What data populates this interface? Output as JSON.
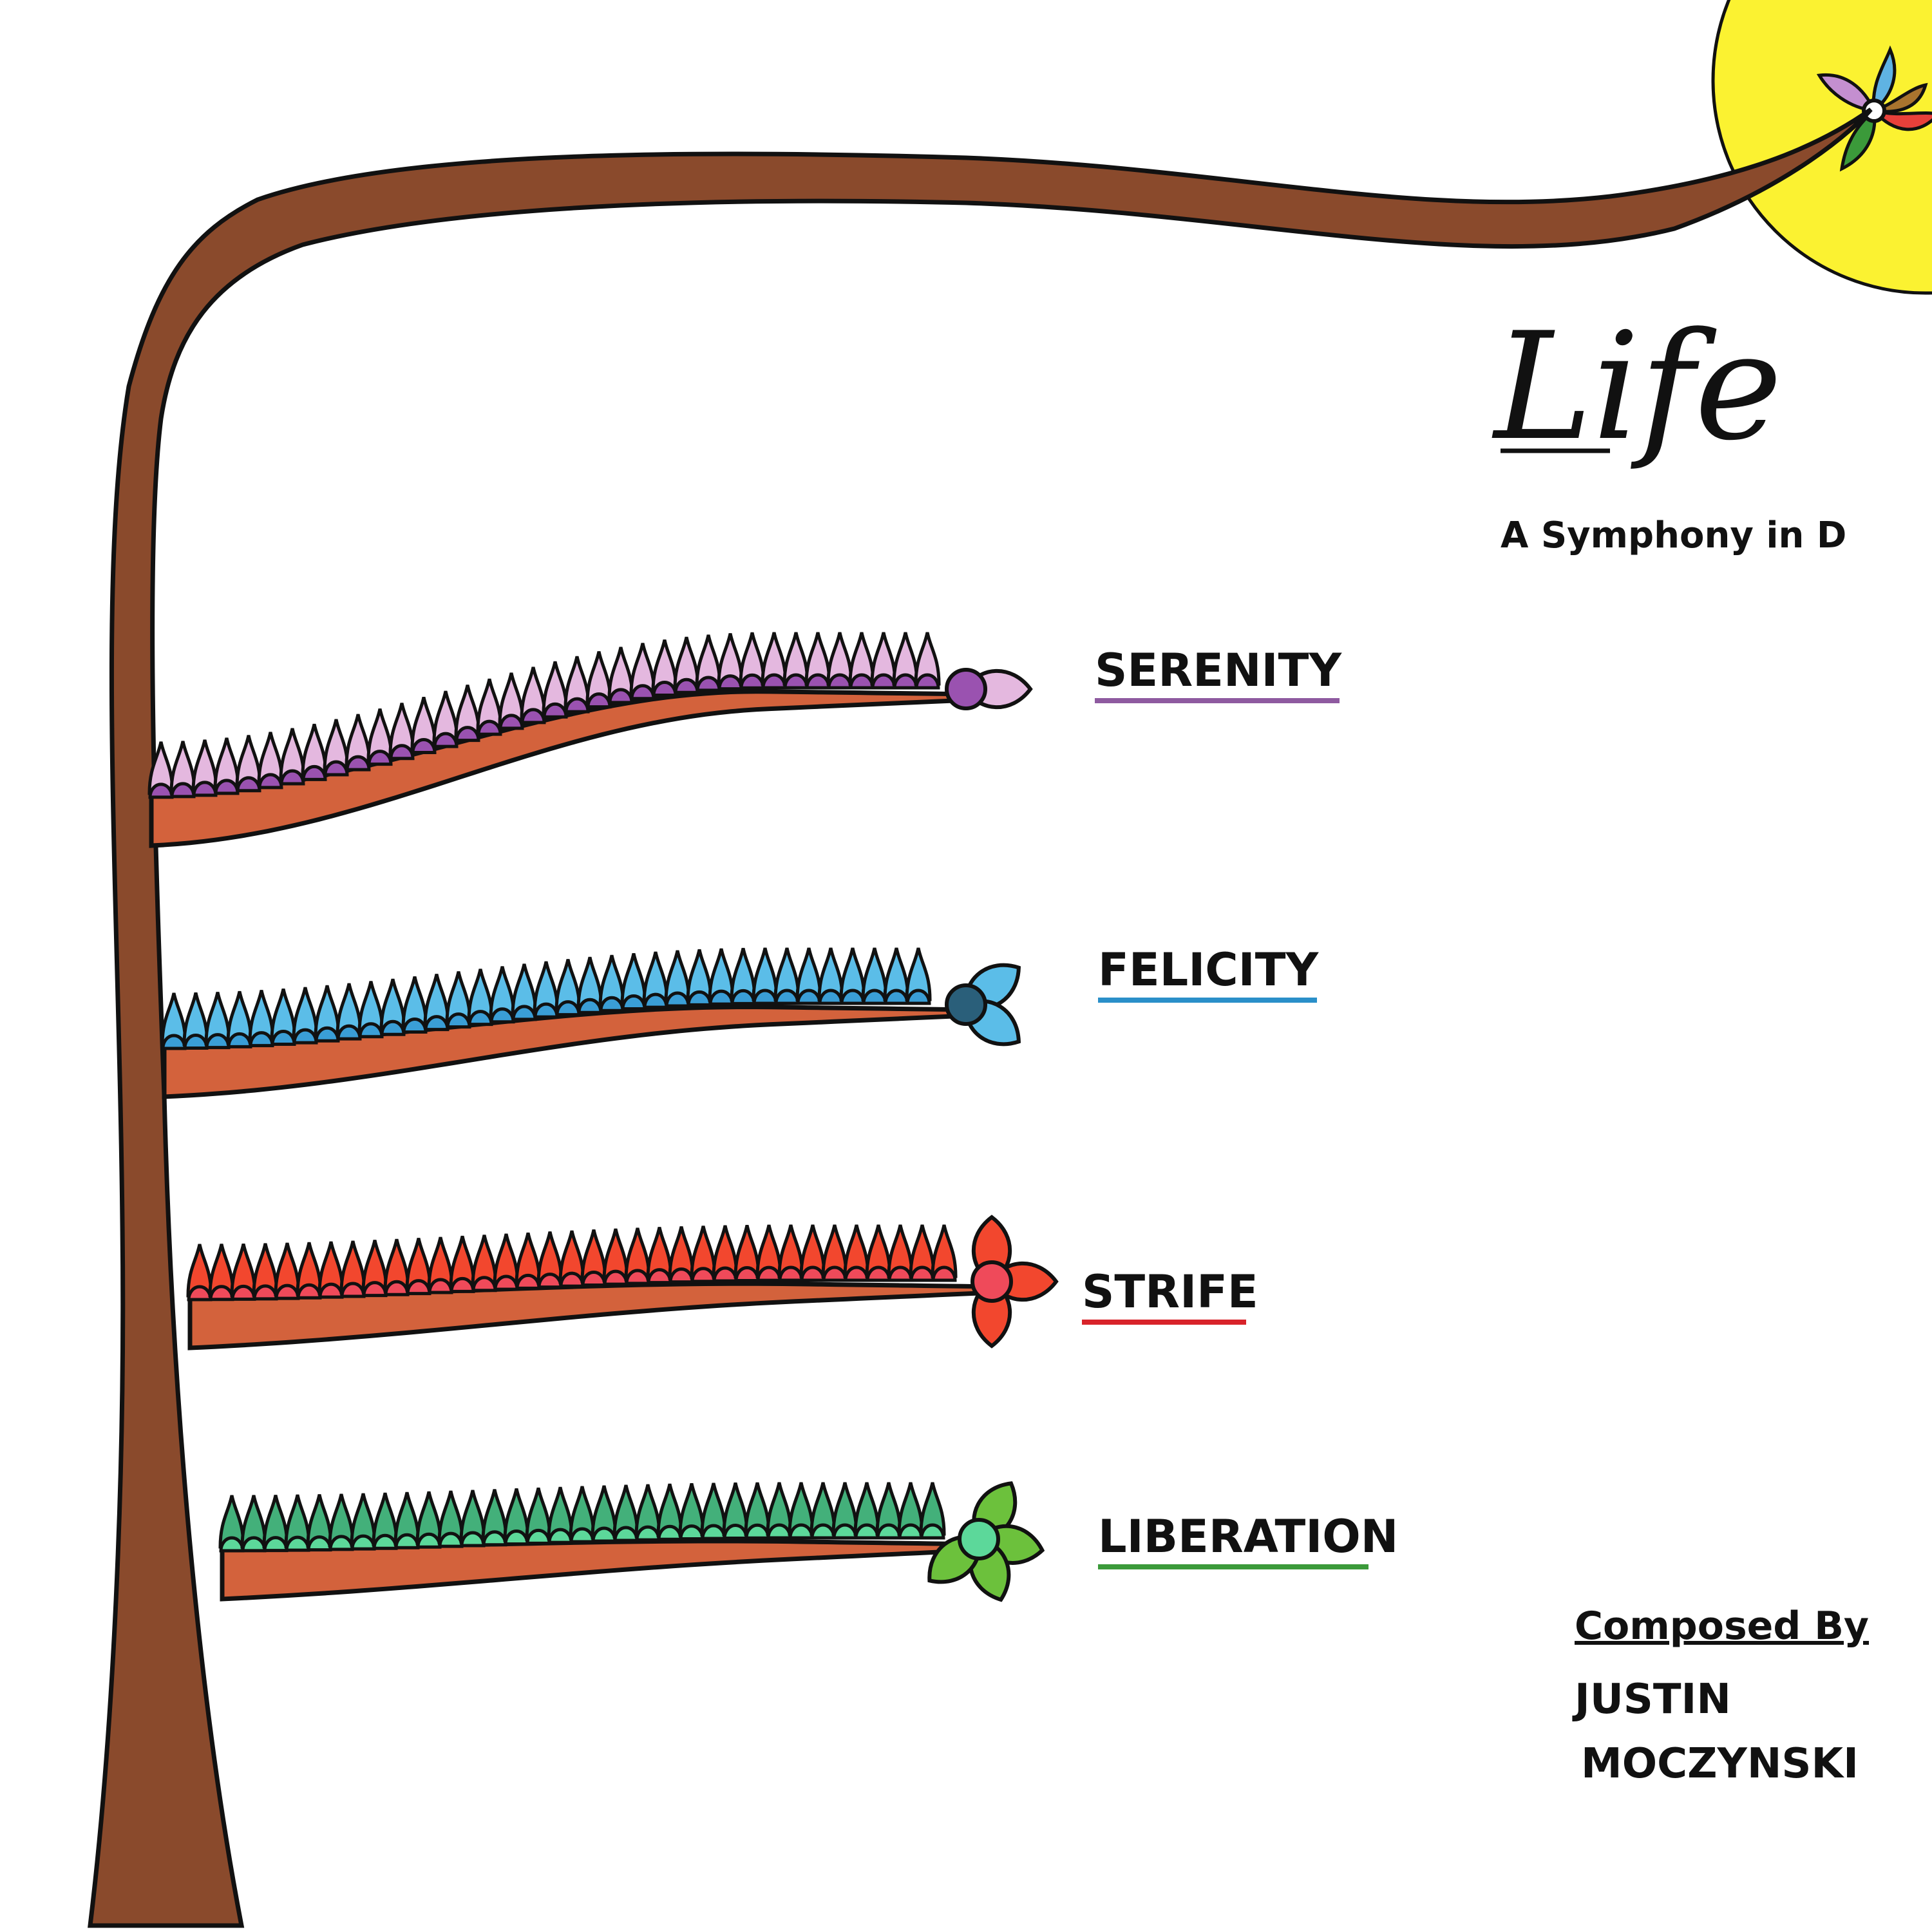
{
  "cover": {
    "title": "Life",
    "subtitle": "A Symphony in D",
    "credit_label": "Composed By",
    "composer_first": "JUSTIN",
    "composer_last": "MOCZYNSKI"
  },
  "branches": [
    {
      "label": "SERENITY",
      "color": "#8e5aa0",
      "petal": "#e4b8df",
      "bud": "#9a52b0",
      "label_color": "#111111"
    },
    {
      "label": "FELICITY",
      "color": "#2a8fc9",
      "petal": "#5bbde8",
      "bud": "#3a9ed6",
      "label_color": "#1a7fb0"
    },
    {
      "label": "STRIFE",
      "color": "#d8232a",
      "petal": "#f2472e",
      "bud": "#ef4a5a",
      "label_color": "#c8161d"
    },
    {
      "label": "LIBERATION",
      "color": "#3b9a3a",
      "petal": "#43b07a",
      "bud": "#5cd89a",
      "label_color": "#1b3a1b"
    }
  ],
  "colors": {
    "trunk": "#8a4a2c",
    "branch": "#d3623c",
    "sun": "#fbf231",
    "outline": "#111111"
  },
  "icons": [
    "sun-icon",
    "pinwheel-flower-icon",
    "tree-icon",
    "flower-icon",
    "leaf-icon"
  ]
}
